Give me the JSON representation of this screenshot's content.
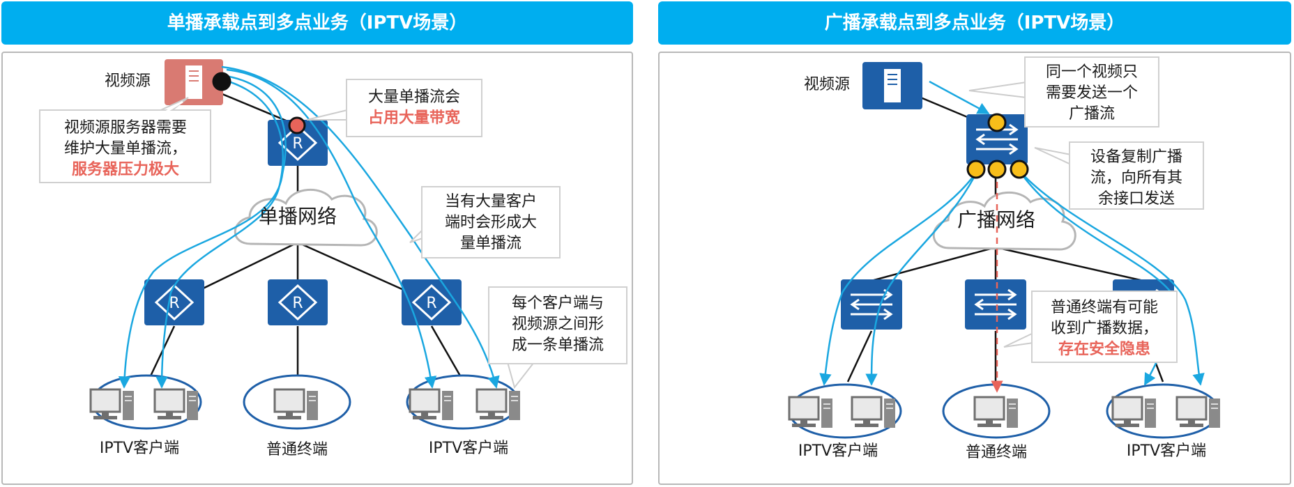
{
  "left": {
    "title": "单播承载点到多点业务（IPTV场景）",
    "source_label": "视频源",
    "cloud_label": "单播网络",
    "callout_source": [
      "视频源服务器需要",
      "维护大量单播流，",
      "服务器压力极大"
    ],
    "callout_bandwidth": [
      "大量单播流会",
      "占用大量带宽"
    ],
    "callout_many": [
      "当有大量客户",
      "端时会形成大",
      "量单播流"
    ],
    "callout_each": [
      "每个客户端与",
      "视频源之间形",
      "成一条单播流"
    ],
    "client_left": "IPTV客户端",
    "client_mid": "普通终端",
    "client_right": "IPTV客户端"
  },
  "right": {
    "title": "广播承载点到多点业务（IPTV场景）",
    "source_label": "视频源",
    "cloud_label": "广播网络",
    "callout_once": [
      "同一个视频只",
      "需要发送一个",
      "广播流"
    ],
    "callout_copy": [
      "设备复制广播",
      "流，向所有其",
      "余接口发送"
    ],
    "callout_risk": [
      "普通终端有可能",
      "收到广播数据，",
      "存在安全隐患"
    ],
    "client_left": "IPTV客户端",
    "client_mid": "普通终端",
    "client_right": "IPTV客户端"
  },
  "colors": {
    "title_bar": "#00AEEF",
    "device_blue": "#1E5FA8",
    "server_red": "#D97A72",
    "flow": "#1AA7E0",
    "port_yellow": "#F8BE1A",
    "highlight_red": "#E8645A"
  }
}
